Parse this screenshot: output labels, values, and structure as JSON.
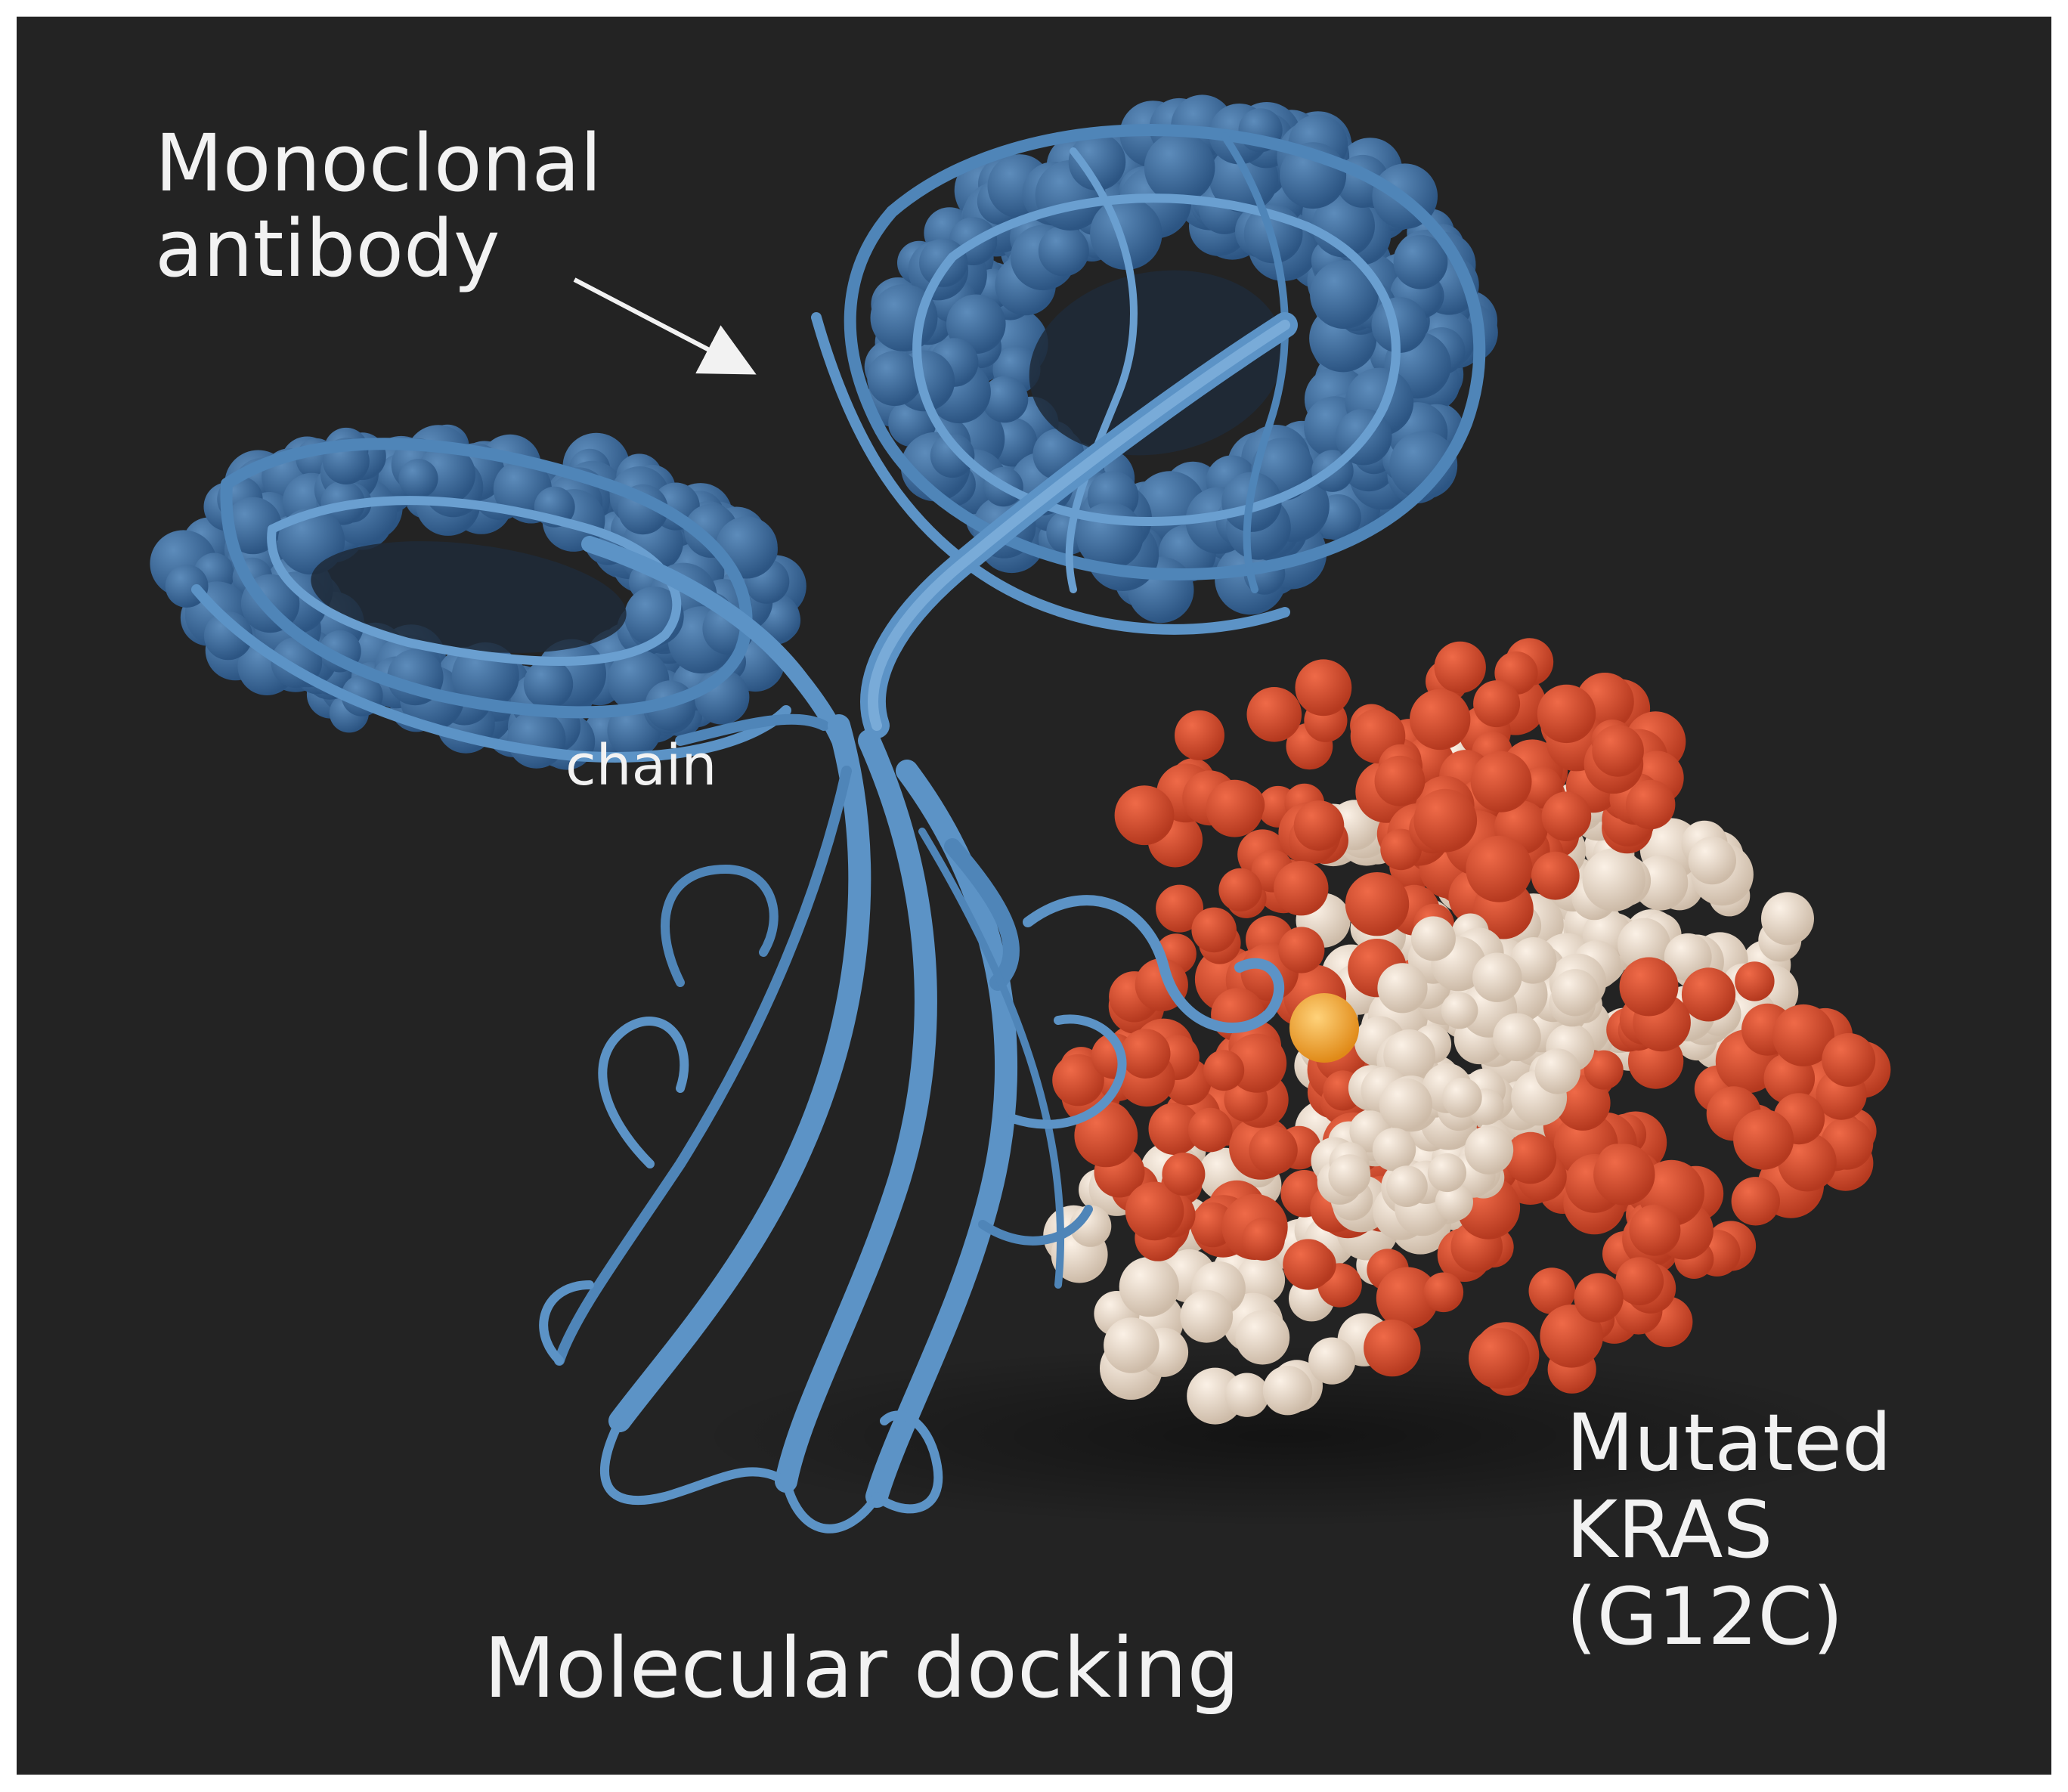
{
  "labels": {
    "antibody_line1": "Monoclonal",
    "antibody_line2": "antibody",
    "chain": "chain",
    "kras_line1": "Mutated",
    "kras_line2": "KRAS",
    "kras_line3": "(G12C)",
    "caption": "Molecular docking"
  },
  "colors": {
    "frame": "#ffffff",
    "background": "#232323",
    "antibody_surface_dark": "#2f5a89",
    "antibody_surface": "#3d6e9f",
    "antibody_ribbon": "#5c93c6",
    "antibody_ribbon_light": "#79abd8",
    "kras_red": "#d94a2c",
    "kras_red_dark": "#b5391f",
    "kras_cream": "#ecdccb",
    "kras_cream_shadow": "#cdbba8",
    "mutation_site": "#f0a028",
    "text": "#f2f2f2"
  },
  "icons": {
    "pointer_arrow": "arrow-icon"
  }
}
